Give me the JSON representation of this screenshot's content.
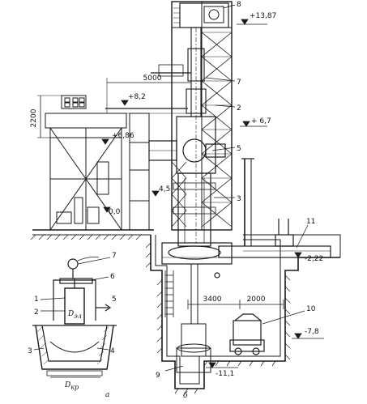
{
  "dimensions": {
    "d5000": "5000",
    "d2200": "2200",
    "d3400": "3400",
    "d2000": "2000"
  },
  "elevations": {
    "e1387": "+13,87",
    "e82": "+8,2",
    "e67": "+ 6,7",
    "e686": "+6,86",
    "e45": "4,5",
    "e00": "0,0",
    "e222": "-2,22",
    "e78": "-7,8",
    "e111": "-11,1"
  },
  "callouts_main": [
    "8",
    "7",
    "2",
    "5",
    "3",
    "11",
    "10",
    "9"
  ],
  "callouts_inset": [
    "7",
    "6",
    "1",
    "2",
    "5",
    "3",
    "4"
  ],
  "inset_labels": {
    "d_el_main": "D",
    "d_el_sub": "эл",
    "d_cr_main": "D",
    "d_cr_sub": "кр"
  },
  "captions": {
    "a": "а",
    "b": "б"
  },
  "colors": {
    "ink": "#1a1a1a",
    "paper": "#ffffff"
  }
}
